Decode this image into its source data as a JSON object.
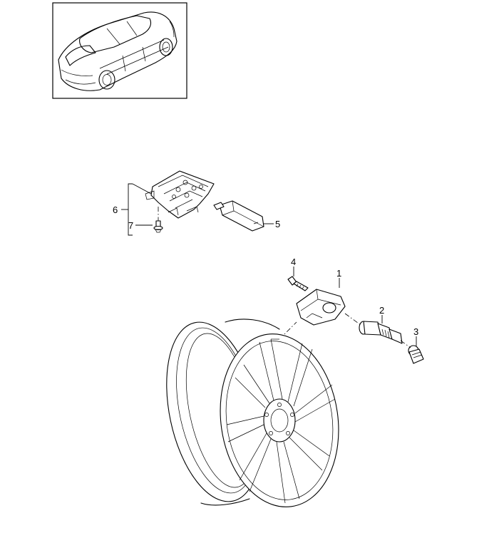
{
  "callouts": {
    "c1": "1",
    "c2": "2",
    "c3": "3",
    "c4": "4",
    "c5": "5",
    "c6": "6",
    "c7": "7"
  },
  "icons": {
    "car": "car-thumbnail-icon",
    "wheel": "wheel-rim-icon"
  },
  "colors": {
    "line": "#000000",
    "background": "#ffffff"
  }
}
